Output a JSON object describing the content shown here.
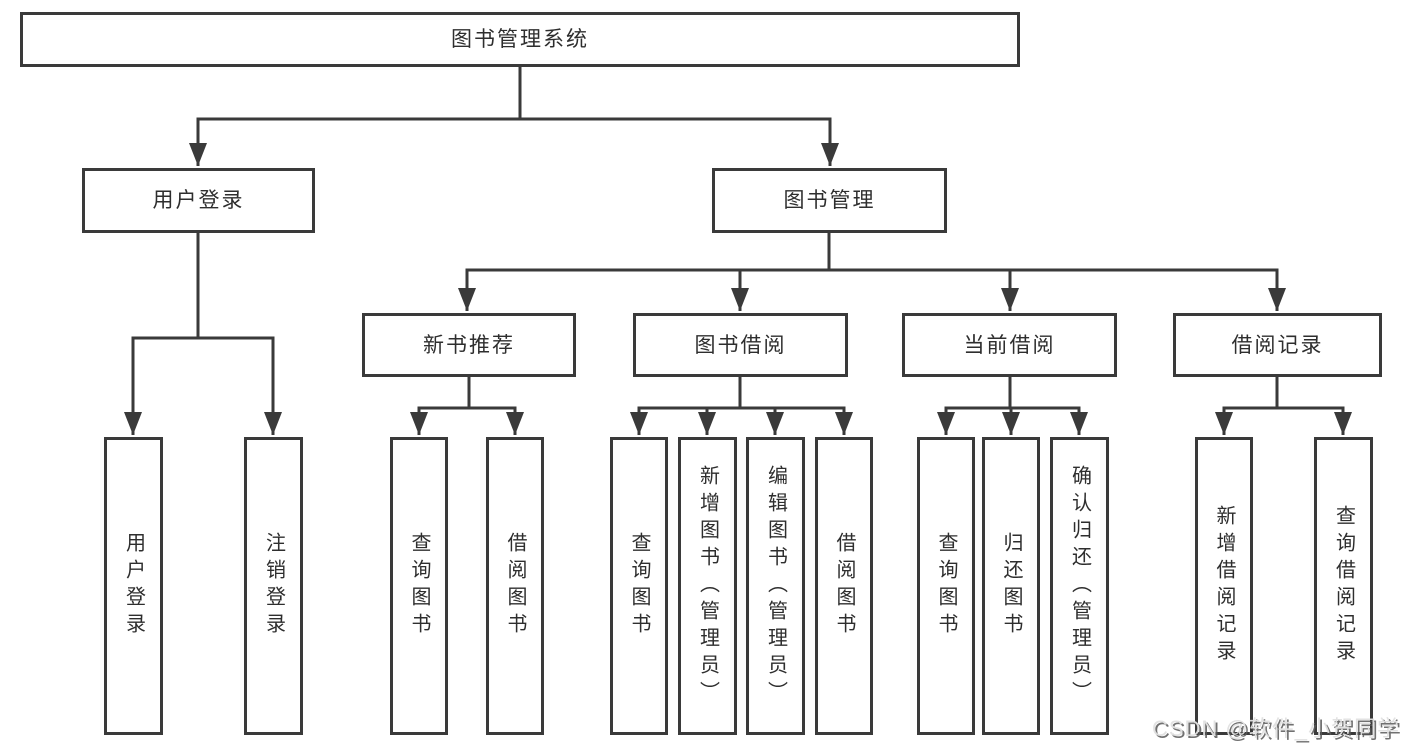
{
  "diagram": {
    "type": "hierarchy-tree",
    "title": "图书管理系统"
  },
  "colors": {
    "background": "#ffffff",
    "line": "#3a3a3a",
    "box_border": "#3a3a3a",
    "text": "#2e2e2e",
    "watermark_fill": "#e0e0e0",
    "watermark_shadow": "#585858"
  },
  "nodes": {
    "root": {
      "label": "图书管理系统"
    },
    "user_login": {
      "label": "用户登录"
    },
    "book_mgmt": {
      "label": "图书管理"
    },
    "login_leaf": {
      "label": "用户登录"
    },
    "logout_leaf": {
      "label": "注销登录"
    },
    "new_book_rec": {
      "label": "新书推荐"
    },
    "book_borrow": {
      "label": "图书借阅"
    },
    "current_borrow": {
      "label": "当前借阅"
    },
    "borrow_records": {
      "label": "借阅记录"
    },
    "rec_query_books": {
      "label": "查询图书"
    },
    "rec_borrow_books": {
      "label": "借阅图书"
    },
    "bb_query_books": {
      "label": "查询图书"
    },
    "bb_add_books": {
      "label": "新增图书（管理员）"
    },
    "bb_edit_books": {
      "label": "编辑图书（管理员）"
    },
    "bb_borrow_books": {
      "label": "借阅图书"
    },
    "cb_query_books": {
      "label": "查询图书"
    },
    "cb_return_books": {
      "label": "归还图书"
    },
    "cb_confirm_return": {
      "label": "确认归还（管理员）"
    },
    "br_add_record": {
      "label": "新增借阅记录"
    },
    "br_query_record": {
      "label": "查询借阅记录"
    }
  },
  "watermark": {
    "text": "CSDN @软件_小贺同学"
  }
}
